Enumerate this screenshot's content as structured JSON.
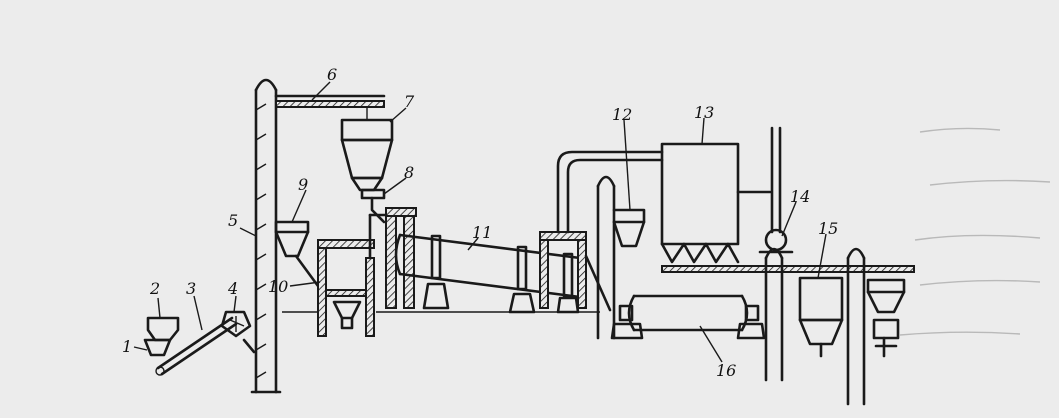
{
  "labels": {
    "1": "1",
    "2": "2",
    "3": "3",
    "4": "4",
    "5": "5",
    "6": "6",
    "7": "7",
    "8": "8",
    "9": "9",
    "10": "10",
    "11": "11",
    "12": "12",
    "13": "13",
    "14": "14",
    "15": "15",
    "16": "16"
  },
  "colors": {
    "ink": "#1a1a1a",
    "paper": "#ececec",
    "bleed": "#b9b9b9"
  }
}
